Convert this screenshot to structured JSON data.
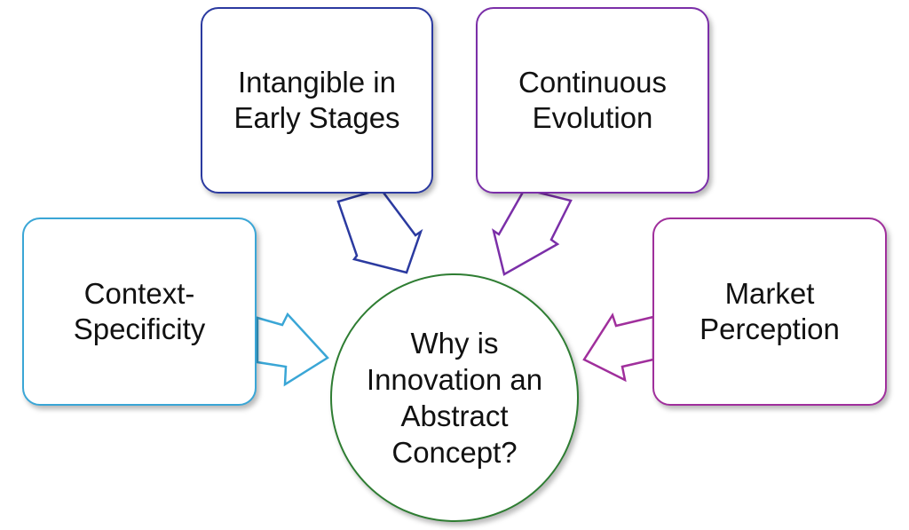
{
  "center": {
    "label": "Why is Innovation an Abstract Concept?",
    "border_color": "#2e7d32"
  },
  "nodes": [
    {
      "id": "intangible",
      "label": "Intangible in Early Stages",
      "border_color": "#2b3aa0"
    },
    {
      "id": "evolution",
      "label": "Continuous Evolution",
      "border_color": "#7b2fa8"
    },
    {
      "id": "context",
      "label": "Context-Specificity",
      "border_color": "#3aa6d6"
    },
    {
      "id": "market",
      "label": "Market Perception",
      "border_color": "#a02f9c"
    }
  ],
  "arrows": [
    {
      "from": "intangible",
      "to": "center",
      "color": "#2b3aa0"
    },
    {
      "from": "evolution",
      "to": "center",
      "color": "#7b2fa8"
    },
    {
      "from": "context",
      "to": "center",
      "color": "#3aa6d6"
    },
    {
      "from": "market",
      "to": "center",
      "color": "#a02f9c"
    }
  ]
}
